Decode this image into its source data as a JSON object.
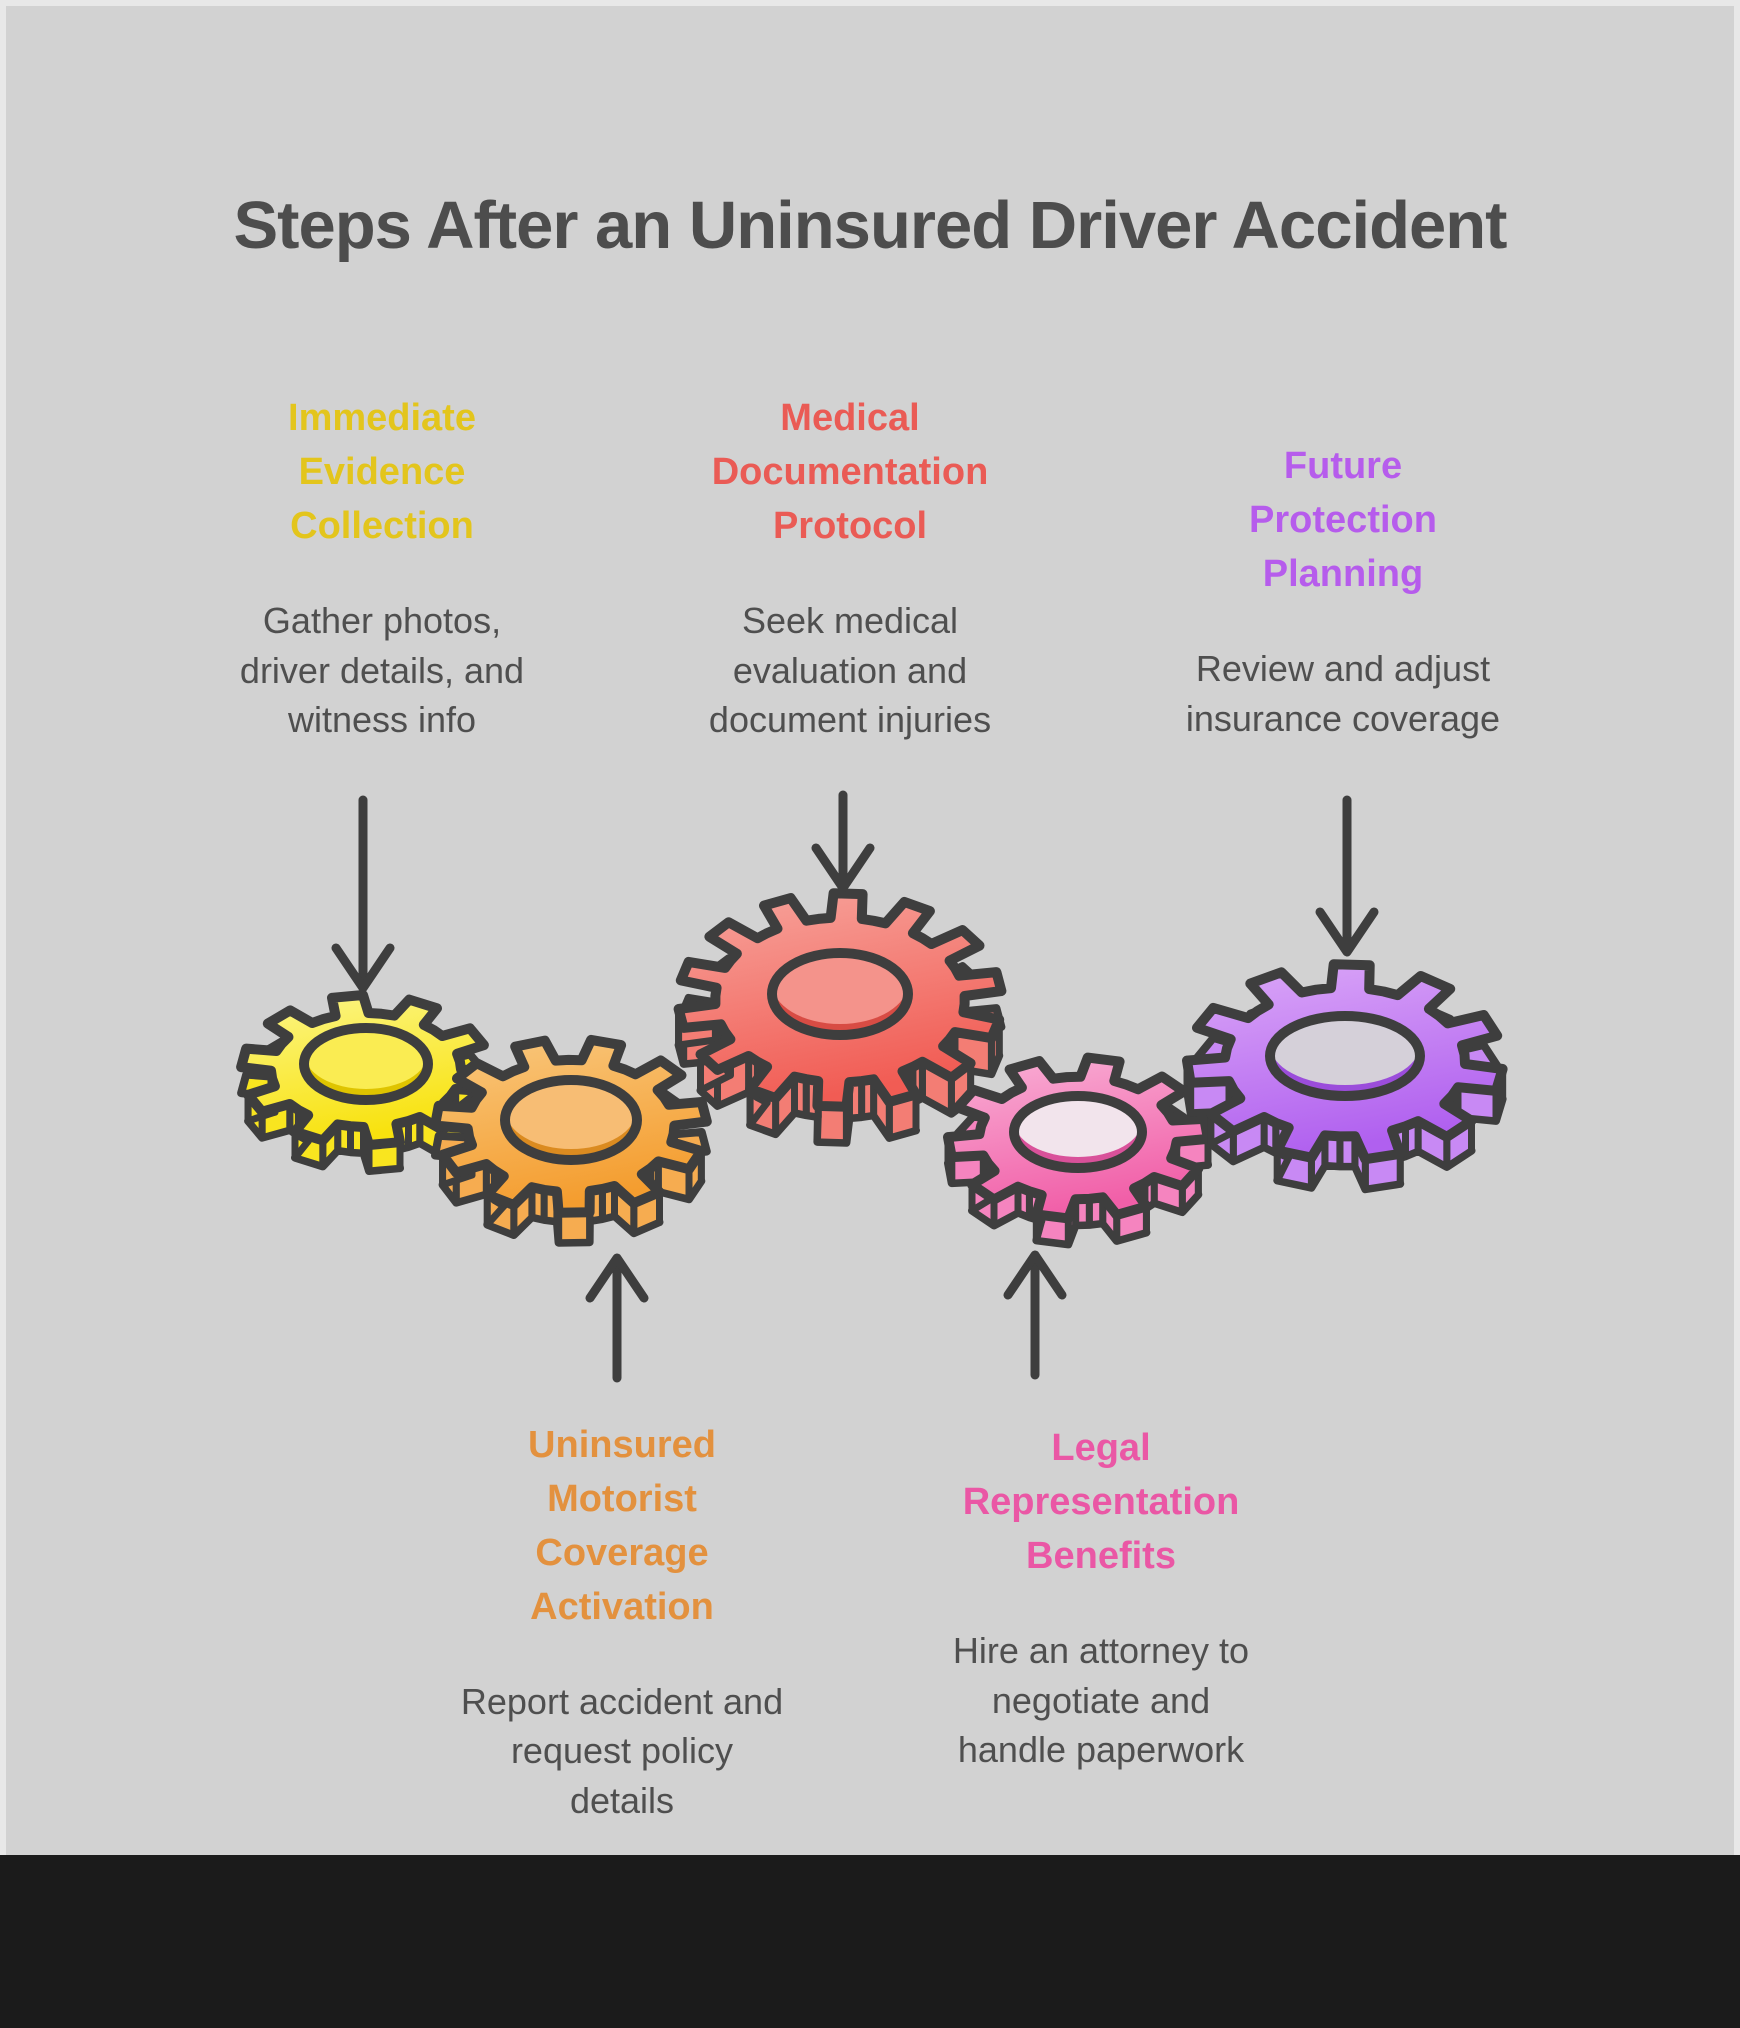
{
  "title": "Steps After an Uninsured Driver Accident",
  "background_color": "#D2D2D2",
  "frame_color": "#E8E8E8",
  "footer_bar_color": "#1B1B1B",
  "title_color": "#4D4D4D",
  "body_text_color": "#4F4F4F",
  "outline_color": "#3E3E3E",
  "arrow_color": "#3E3E3E",
  "steps": [
    {
      "id": "immediate-evidence-collection",
      "heading": "Immediate\nEvidence\nCollection",
      "description": "Gather photos,\ndriver details, and\nwitness info",
      "color": "#E3C51C",
      "gear": "gear-yellow",
      "position": "top"
    },
    {
      "id": "medical-documentation-protocol",
      "heading": "Medical\nDocumentation\nProtocol",
      "description": "Seek medical\nevaluation and\ndocument injuries",
      "color": "#EA5B55",
      "gear": "gear-red",
      "position": "top"
    },
    {
      "id": "future-protection-planning",
      "heading": "Future\nProtection\nPlanning",
      "description": "Review and adjust\ninsurance coverage",
      "color": "#B65CEC",
      "gear": "gear-purple",
      "position": "top"
    },
    {
      "id": "uninsured-motorist-coverage-activation",
      "heading": "Uninsured\nMotorist\nCoverage\nActivation",
      "description": "Report accident and\nrequest policy\ndetails",
      "color": "#E3913E",
      "gear": "gear-orange",
      "position": "bottom"
    },
    {
      "id": "legal-representation-benefits",
      "heading": "Legal\nRepresentation\nBenefits",
      "description": "Hire an attorney to\nnegotiate and\nhandle paperwork",
      "color": "#EA57A5",
      "gear": "gear-pink",
      "position": "bottom"
    }
  ],
  "gears": [
    {
      "id": "gear-yellow",
      "face_light": "#FCF689",
      "face_dark": "#F8E20E",
      "side": "#F9E51F",
      "hole": "#FAEC52",
      "lip": "#DFC400"
    },
    {
      "id": "gear-orange",
      "face_light": "#F9C87E",
      "face_dark": "#F49D2F",
      "side": "#F6AC50",
      "hole": "#F7BD74",
      "lip": "#DB8B20"
    },
    {
      "id": "gear-red",
      "face_light": "#F7A59D",
      "face_dark": "#F15C54",
      "side": "#F37D74",
      "hole": "#F4938B",
      "lip": "#D84C44"
    },
    {
      "id": "gear-pink",
      "face_light": "#F9B1D6",
      "face_dark": "#F15FA8",
      "side": "#F584BF",
      "hole": "#F2E4EC",
      "lip": "#D9519A"
    },
    {
      "id": "gear-purple",
      "face_light": "#DCA9F8",
      "face_dark": "#B060EF",
      "side": "#C889F4",
      "hole": "#D5D0D9",
      "lip": "#9B4DDB"
    }
  ]
}
